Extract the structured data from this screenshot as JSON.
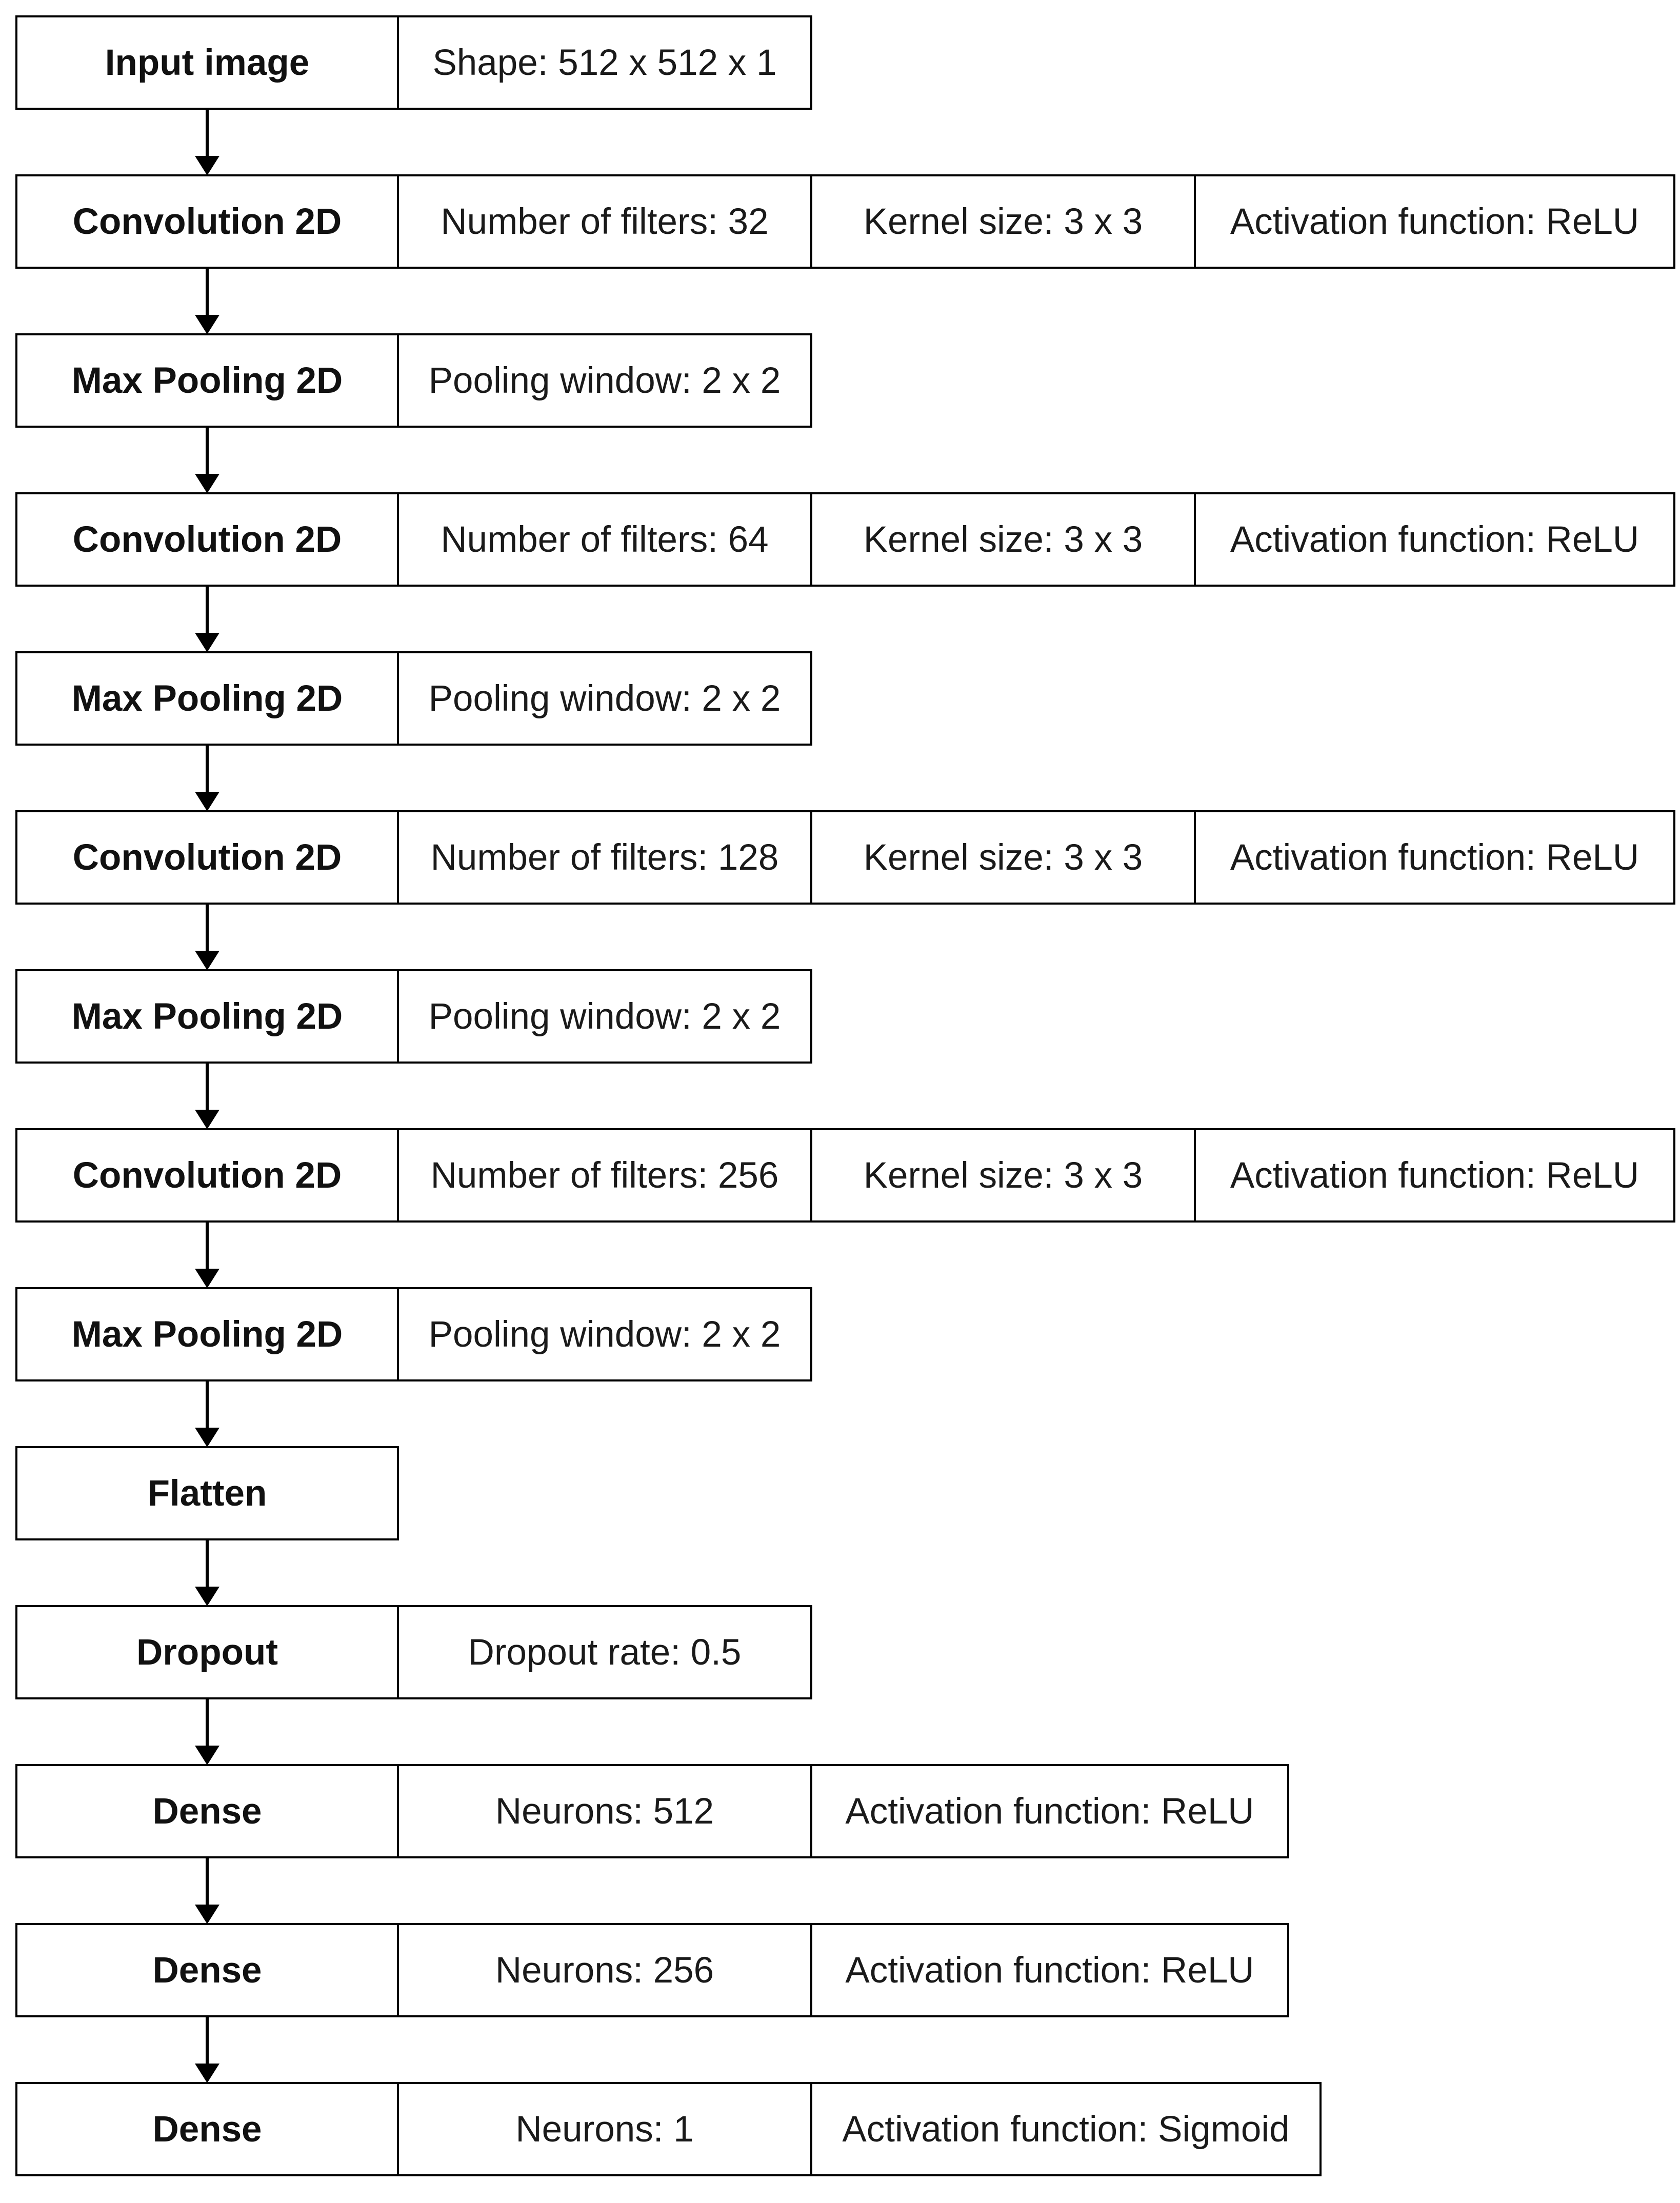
{
  "layers": [
    {
      "name": "Input image",
      "params": [
        "Shape: 512 x 512 x 1"
      ]
    },
    {
      "name": "Convolution 2D",
      "params": [
        "Number of filters: 32",
        "Kernel size: 3 x 3",
        "Activation function: ReLU"
      ]
    },
    {
      "name": "Max Pooling 2D",
      "params": [
        "Pooling window: 2 x 2"
      ]
    },
    {
      "name": "Convolution 2D",
      "params": [
        "Number of filters: 64",
        "Kernel size: 3 x 3",
        "Activation function: ReLU"
      ]
    },
    {
      "name": "Max Pooling 2D",
      "params": [
        "Pooling window: 2 x 2"
      ]
    },
    {
      "name": "Convolution 2D",
      "params": [
        "Number of filters: 128",
        "Kernel size: 3 x 3",
        "Activation function: ReLU"
      ]
    },
    {
      "name": "Max Pooling 2D",
      "params": [
        "Pooling window: 2 x 2"
      ]
    },
    {
      "name": "Convolution 2D",
      "params": [
        "Number of filters: 256",
        "Kernel size: 3 x 3",
        "Activation function: ReLU"
      ]
    },
    {
      "name": "Max Pooling 2D",
      "params": [
        "Pooling window: 2 x 2"
      ]
    },
    {
      "name": "Flatten",
      "params": []
    },
    {
      "name": "Dropout",
      "params": [
        "Dropout rate: 0.5"
      ]
    },
    {
      "name": "Dense",
      "params": [
        "Neurons: 512",
        "Activation function: ReLU"
      ]
    },
    {
      "name": "Dense",
      "params": [
        "Neurons: 256",
        "Activation function: ReLU"
      ]
    },
    {
      "name": "Dense",
      "params": [
        "Neurons: 1",
        "Activation function: Sigmoid"
      ]
    }
  ]
}
